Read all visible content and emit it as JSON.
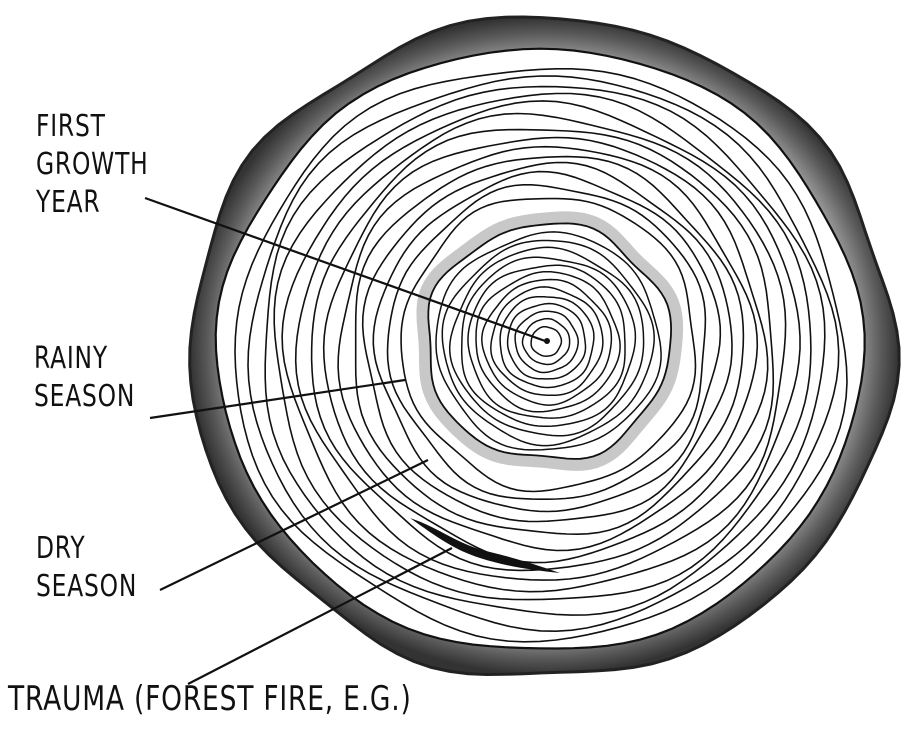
{
  "labels": {
    "first_growth": [
      "FIRST",
      "GROWTH",
      "YEAR"
    ],
    "rainy": [
      "RAINY",
      "SEASON"
    ],
    "dry": [
      "DRY",
      "SEASON"
    ],
    "trauma": "TRAUMA (FOREST FIRE, E.G.)"
  },
  "colors": {
    "ink": "#111111",
    "bark": "#4a4a4a",
    "background": "#ffffff"
  }
}
